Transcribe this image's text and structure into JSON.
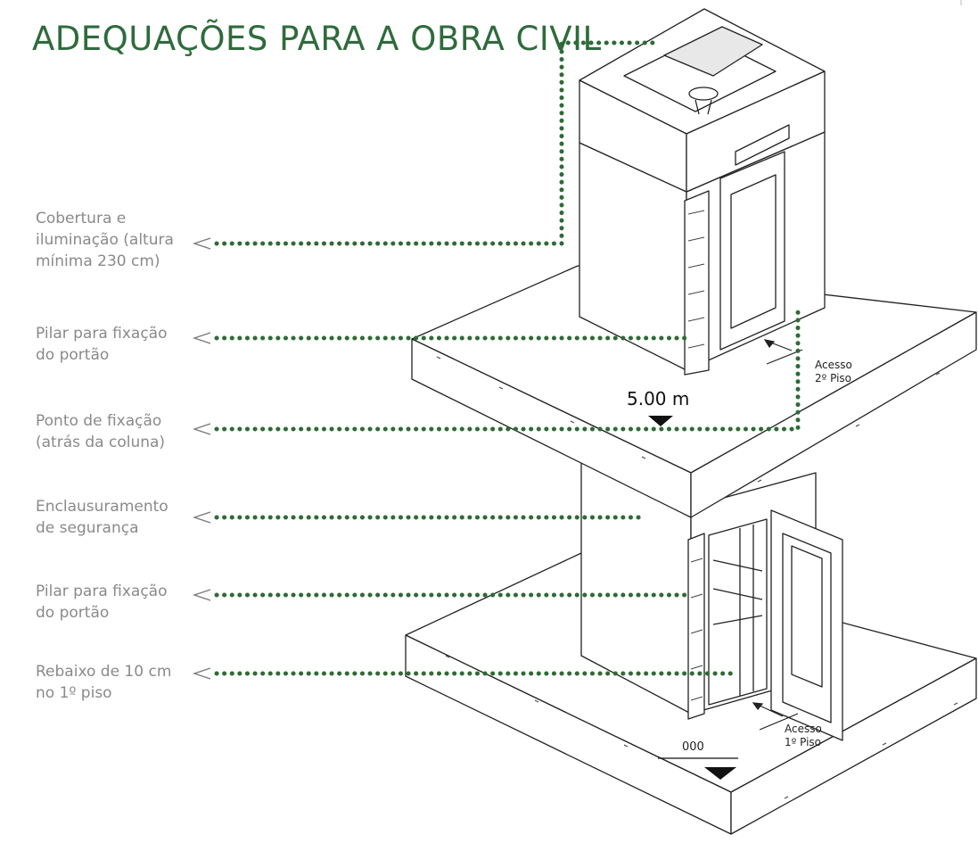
{
  "title": "ADEQUAÇÕES PARA A OBRA CIVIL",
  "callouts": [
    {
      "text": "Cobertura e\niluminação (altura\nmínima 230 cm)"
    },
    {
      "text": "Pilar para fixação\ndo portão"
    },
    {
      "text": "Ponto de fixação\n(atrás da coluna)"
    },
    {
      "text": "Enclausuramento\nde segurança"
    },
    {
      "text": "Pilar para fixação\ndo portão"
    },
    {
      "text": "Rebaixo de 10 cm\nno 1º piso"
    }
  ],
  "level_upper": "5.00 m",
  "level_ground": "000",
  "access_upper": "Acesso\n2º Piso",
  "access_lower": "Acesso\n1º Piso",
  "colors": {
    "title": "#2f6b3c",
    "leader": "#2e6b35",
    "callout_text": "#8a8a8a",
    "line_art": "#222222"
  },
  "icons": [
    "pointer-arrow-icon",
    "level-marker-icon"
  ]
}
